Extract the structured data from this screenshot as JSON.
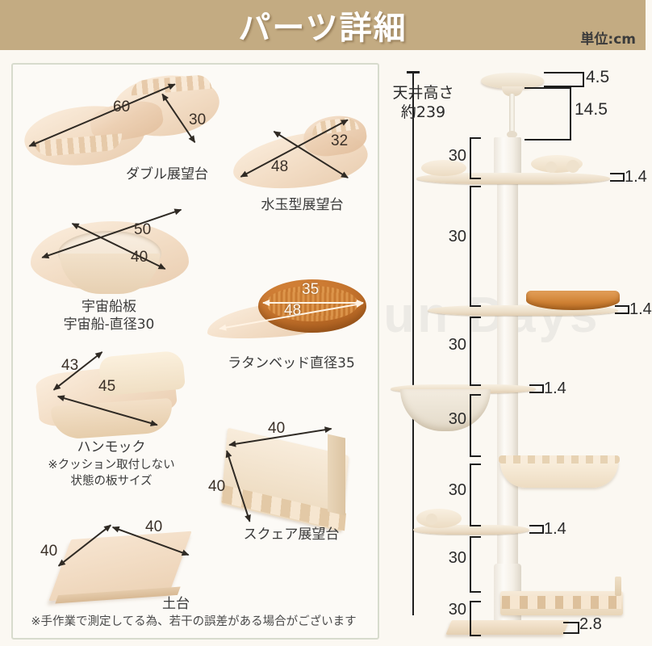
{
  "header": {
    "title": "パーツ詳細",
    "unit_label": "単位:cm",
    "bg_color": "#c3ab82"
  },
  "watermark": {
    "text_1": "Sun Days",
    "text_2": "Sun Days",
    "text_3": "Sun Days"
  },
  "parts": [
    {
      "id": "double-deck",
      "caption": "ダブル展望台",
      "dims": [
        "60",
        "30"
      ]
    },
    {
      "id": "polkadot-deck",
      "caption": "水玉型展望台",
      "dims": [
        "48",
        "32"
      ]
    },
    {
      "id": "spaceship-board",
      "caption_line1": "宇宙船板",
      "caption_line2": "宇宙船-直径30",
      "dims": [
        "50",
        "40"
      ]
    },
    {
      "id": "rattan-bed",
      "caption": "ラタンベッド直径35",
      "dims": [
        "35",
        "48"
      ]
    },
    {
      "id": "hammock",
      "caption": "ハンモック",
      "note_line1": "※クッション取付しない",
      "note_line2": "状態の板サイズ",
      "dims": [
        "43",
        "45"
      ]
    },
    {
      "id": "square-deck",
      "caption": "スクェア展望台",
      "dims": [
        "40",
        "40"
      ]
    },
    {
      "id": "base-board",
      "caption": "土台",
      "dims": [
        "40",
        "40"
      ]
    }
  ],
  "footnote": "※手作業で測定してる為、若干の誤差がある場合がございます",
  "tower": {
    "ceiling_label_line1": "天井高さ",
    "ceiling_label_line2": "約239",
    "top_plate_thickness": "4.5",
    "tension_rod_length": "14.5",
    "base_thickness": "2.8",
    "segment_labels": [
      "30",
      "30",
      "30",
      "30",
      "30",
      "30",
      "30"
    ],
    "shelf_thickness_labels": [
      "1.4",
      "1.4",
      "1.4",
      "1.4"
    ]
  }
}
